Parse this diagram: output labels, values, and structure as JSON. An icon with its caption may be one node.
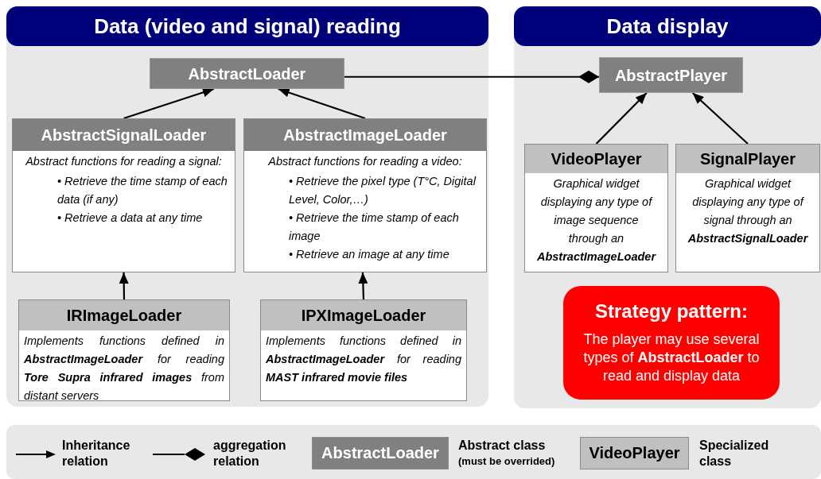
{
  "diagram": {
    "nodes": [
      {
        "text": [
          "Data (video and signal) reading"
        ]
      },
      {
        "text": [
          "Data display"
        ]
      },
      {
        "text": [
          "AbstractLoader"
        ],
        "in": 0
      },
      {
        "text": [
          "AbstractSignalLoader",
          "Abstract functions for reading a signal:",
          "• Retrieve the time stamp of each data (if any)",
          "• Retrieve a data at any time"
        ],
        "in": 0
      },
      {
        "text": [
          "AbstractImageLoader",
          "Abstract functions for reading a video:",
          "• Retrieve the pixel type (T°C, Digital Level, Color,…)",
          "• Retrieve the time stamp of each image",
          "• Retrieve an image at any time"
        ],
        "in": 0
      },
      {
        "text": [
          "IRImageLoader",
          "Implements functions defined in **AbstractImageLoader** for reading **Tore Supra infrared images** from distant servers"
        ],
        "in": 0
      },
      {
        "text": [
          "IPXImageLoader",
          "Implements functions defined in **AbstractImageLoader** for reading **MAST infrared movie files**"
        ],
        "in": 0
      },
      {
        "text": [
          "AbstractPlayer"
        ],
        "in": 1
      },
      {
        "text": [
          "VideoPlayer",
          "Graphical widget displaying any type of image sequence through an **AbstractImageLoader**"
        ],
        "in": 1
      },
      {
        "text": [
          "SignalPlayer",
          "Graphical widget displaying any type of signal through an **AbstractSignalLoader**"
        ],
        "in": 1
      },
      {
        "text": [
          "Strategy pattern:",
          "The player may use several types of **AbstractLoader** to read and display data"
        ],
        "in": 1
      }
    ],
    "edges": [
      {
        "from": 3,
        "to": 2,
        "arrow": "to"
      },
      {
        "from": 4,
        "to": 2,
        "arrow": "to"
      },
      {
        "from": 5,
        "to": 3,
        "arrow": "to"
      },
      {
        "from": 6,
        "to": 4,
        "arrow": "to"
      },
      {
        "from": 8,
        "to": 7,
        "arrow": "to"
      },
      {
        "from": 9,
        "to": 7,
        "arrow": "to"
      },
      {
        "from": 2,
        "to": 7,
        "arrow": "other"
      }
    ],
    "labels": [
      "AbstractLoader",
      "(must be overrided)",
      "VideoPlayer"
    ],
    "legend": [
      {
        "text": "Inheritance relation"
      },
      {
        "text": "aggregation relation"
      },
      {
        "text": "Abstract class",
        "color": "#808080"
      },
      {
        "text": "Specialized class",
        "color": "#c0c0c0"
      }
    ]
  }
}
